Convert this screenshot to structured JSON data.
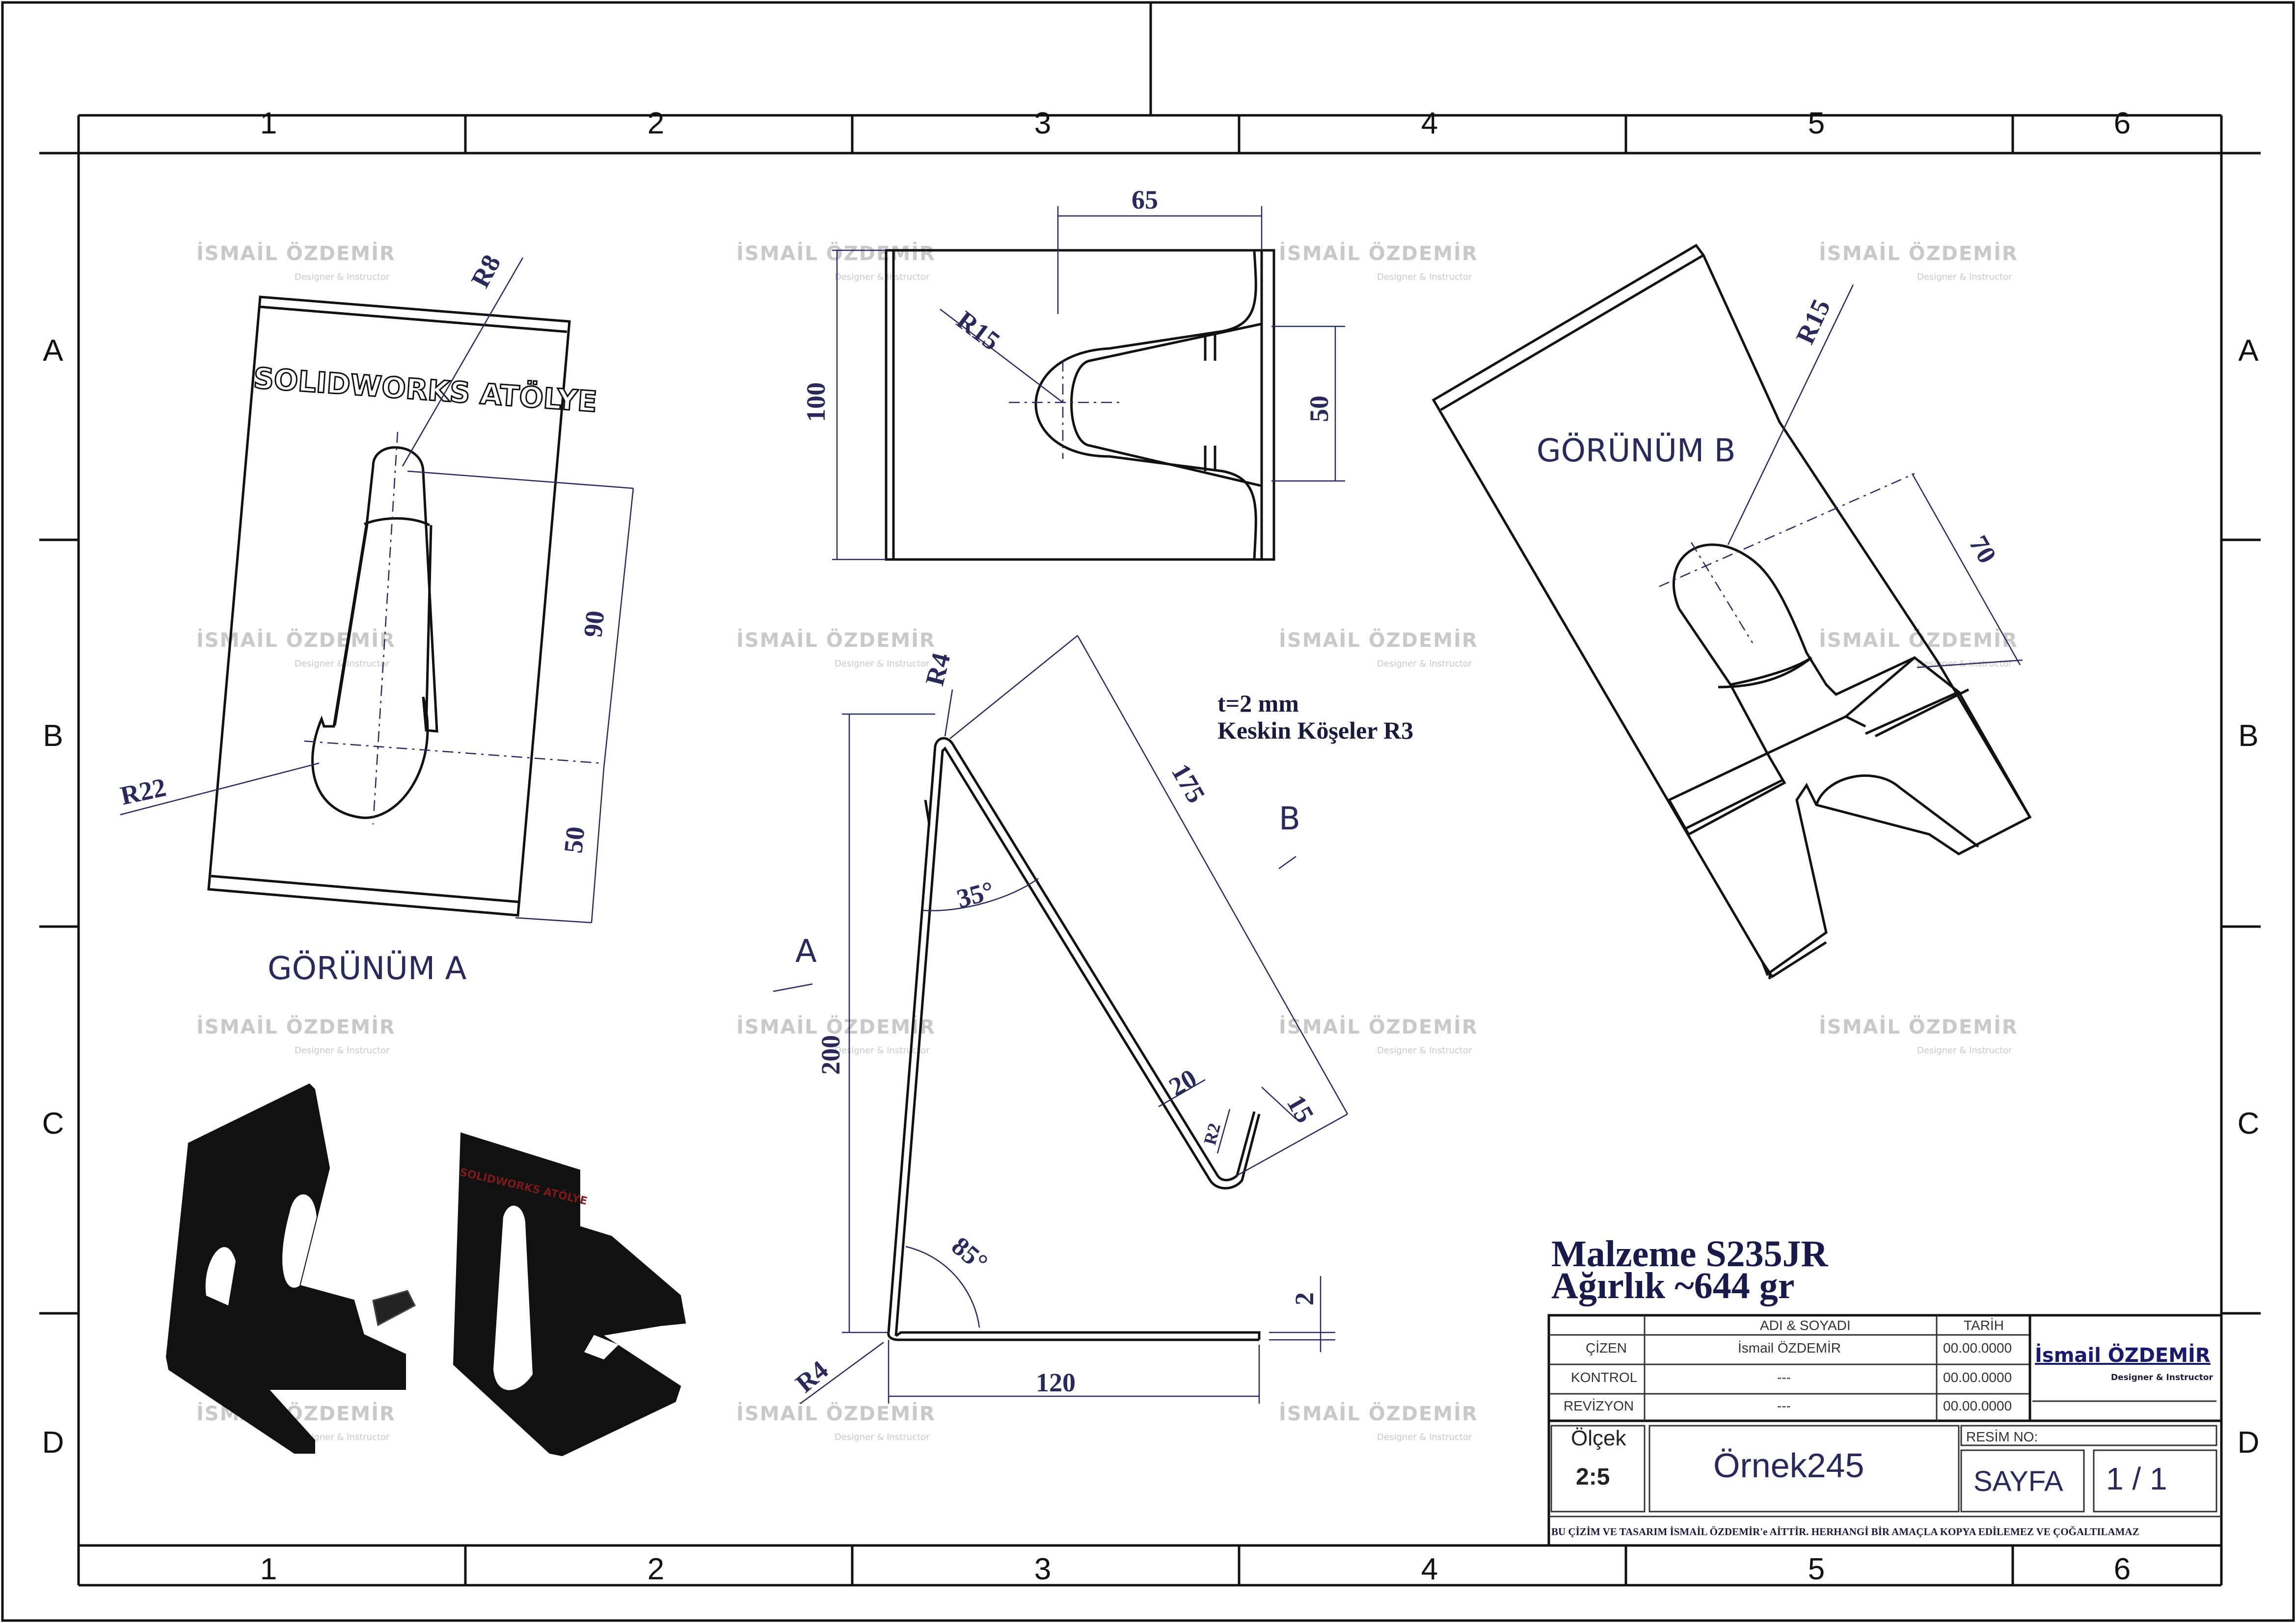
{
  "zones": {
    "columns": [
      "1",
      "2",
      "3",
      "4",
      "5",
      "6"
    ],
    "rows": [
      "A",
      "B",
      "C",
      "D"
    ]
  },
  "watermark": {
    "name": "İSMAİL ÖZDEMİR",
    "subtitle": "Designer & Instructor"
  },
  "views": {
    "view_a_label": "GÖRÜNÜM A",
    "view_b_label": "GÖRÜNÜM B",
    "arrow_a": "A",
    "arrow_b": "B",
    "engraving": "SOLIDWORKS ATÖLYE"
  },
  "dimensions": {
    "view_a": {
      "r8": "R8",
      "d90": "90",
      "r22": "R22",
      "d50": "50"
    },
    "top": {
      "d65": "65",
      "r15": "R15",
      "d100": "100",
      "d50": "50"
    },
    "side": {
      "r4_top": "R4",
      "d175": "175",
      "a35": "35°",
      "d200": "200",
      "d20": "20",
      "d15": "15",
      "r2": "R2",
      "a85": "85°",
      "d2": "2",
      "r4_bottom": "R4",
      "d120": "120"
    },
    "view_b": {
      "r15": "R15",
      "d70": "70"
    }
  },
  "notes": {
    "thickness": "t=2 mm",
    "corners": "Keskin Köşeler R3"
  },
  "material": {
    "line1": "Malzeme S235JR",
    "line2": "Ağırlık ~644 gr"
  },
  "title_block": {
    "col_name": "ADI & SOYADI",
    "col_date": "TARİH",
    "rows": [
      {
        "role": "ÇİZEN",
        "name": "İsmail ÖZDEMİR",
        "date": "00.00.0000"
      },
      {
        "role": "KONTROL",
        "name": "---",
        "date": "00.00.0000"
      },
      {
        "role": "REVİZYON",
        "name": "---",
        "date": "00.00.0000"
      }
    ],
    "logo_name": "İsmail ÖZDEMİR",
    "logo_sub": "Designer & Instructor",
    "scale_label": "Ölçek",
    "scale_value": "2:5",
    "drawing_title": "Örnek245",
    "drawing_no_label": "RESİM NO:",
    "sheet_label": "SAYFA",
    "sheet_value": "1 / 1",
    "copyright": "BU ÇİZİM VE TASARIM İSMAİL ÖZDEMİR'e AİTTİR. HERHANGİ BİR AMAÇLA KOPYA EDİLEMEZ VE ÇOĞALTILAMAZ"
  }
}
